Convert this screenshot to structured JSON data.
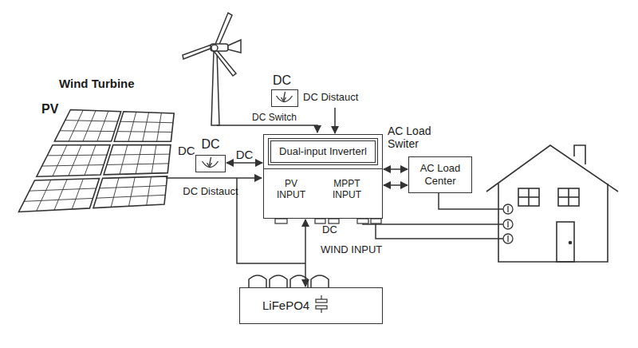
{
  "diagram": {
    "nodes": [
      {
        "text": [
          "DC",
          "DC Distauct"
        ]
      },
      {
        "text": [
          "DC",
          "DC Distauct"
        ]
      },
      {
        "text": [
          "Dual-input Inverterl"
        ]
      },
      {
        "text": [
          "PV INPUT"
        ],
        "in": 2
      },
      {
        "text": [
          "MPPT INPUT"
        ],
        "in": 2
      },
      {
        "text": [
          "AC Load Center"
        ]
      },
      {
        "text": [
          "LiFePO4"
        ]
      }
    ],
    "edges": [
      {
        "from": 1,
        "to": 2,
        "arrow": "both",
        "label": "DC"
      },
      {
        "from": 0,
        "to": 2,
        "arrow": "to"
      },
      {
        "from": 2,
        "to": 5,
        "arrow": "both"
      },
      {
        "from": 2,
        "to": 5,
        "arrow": "both"
      },
      {
        "from": 6,
        "to": 2,
        "arrow": "both"
      }
    ],
    "labels": [
      "Wind Turbine",
      "PV",
      "DC",
      "DC Switch",
      "AC Load Switer",
      "DC",
      "WIND INPUT"
    ]
  }
}
